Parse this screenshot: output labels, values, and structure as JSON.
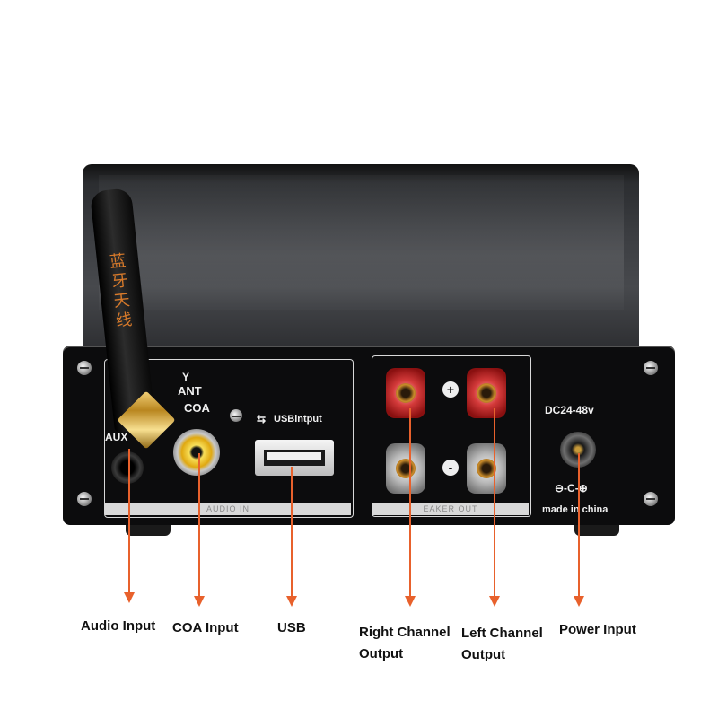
{
  "device": {
    "antenna_text": "蓝牙天线",
    "panel": {
      "ant_label": "ANT",
      "coa_label": "COA",
      "aux_label": "AUX",
      "usb_label": "USBintput",
      "audio_in_strip": "AUDIO IN",
      "speaker_strip": "EAKER OUT",
      "plus_sign": "+",
      "minus_sign": "-",
      "dc_label": "DC24-48v",
      "polarity_label": "⊖-C-⊕",
      "made_in": "made in china"
    }
  },
  "callouts": [
    {
      "label": "Audio Input"
    },
    {
      "label": "COA Input"
    },
    {
      "label": "USB"
    },
    {
      "label": "Right Channel Output"
    },
    {
      "label": "Left Channel Output"
    },
    {
      "label": "Power Input"
    }
  ],
  "colors": {
    "arrow": "#e8612c",
    "terminal_red": "#d43a3a",
    "coa_jack": "#f2c21a",
    "antenna_text": "#d87a2a"
  }
}
